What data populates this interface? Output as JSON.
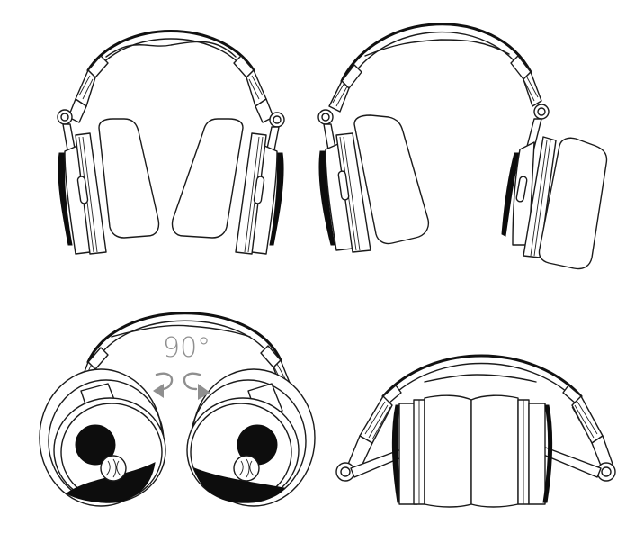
{
  "figure": {
    "description": "Headphone usage diagram showing four configurations",
    "panels": [
      {
        "id": "front-view",
        "label": "Headphones front view, ear cups facing inward"
      },
      {
        "id": "single-cup-swivel",
        "label": "Headphones with right ear cup swiveled outward (DJ monitoring)"
      },
      {
        "id": "rotate-90",
        "label": "Ear cups rotated 90 degrees flat"
      },
      {
        "id": "folded",
        "label": "Headphones folded with ear cups together"
      }
    ],
    "annotation": {
      "rotation_label": "90°",
      "rotation_left_arrow": "counter-clockwise-arrow",
      "rotation_right_arrow": "clockwise-arrow"
    },
    "colors": {
      "line": "#1a1a1a",
      "annotation": "#8f8f8f",
      "background": "#ffffff"
    }
  }
}
